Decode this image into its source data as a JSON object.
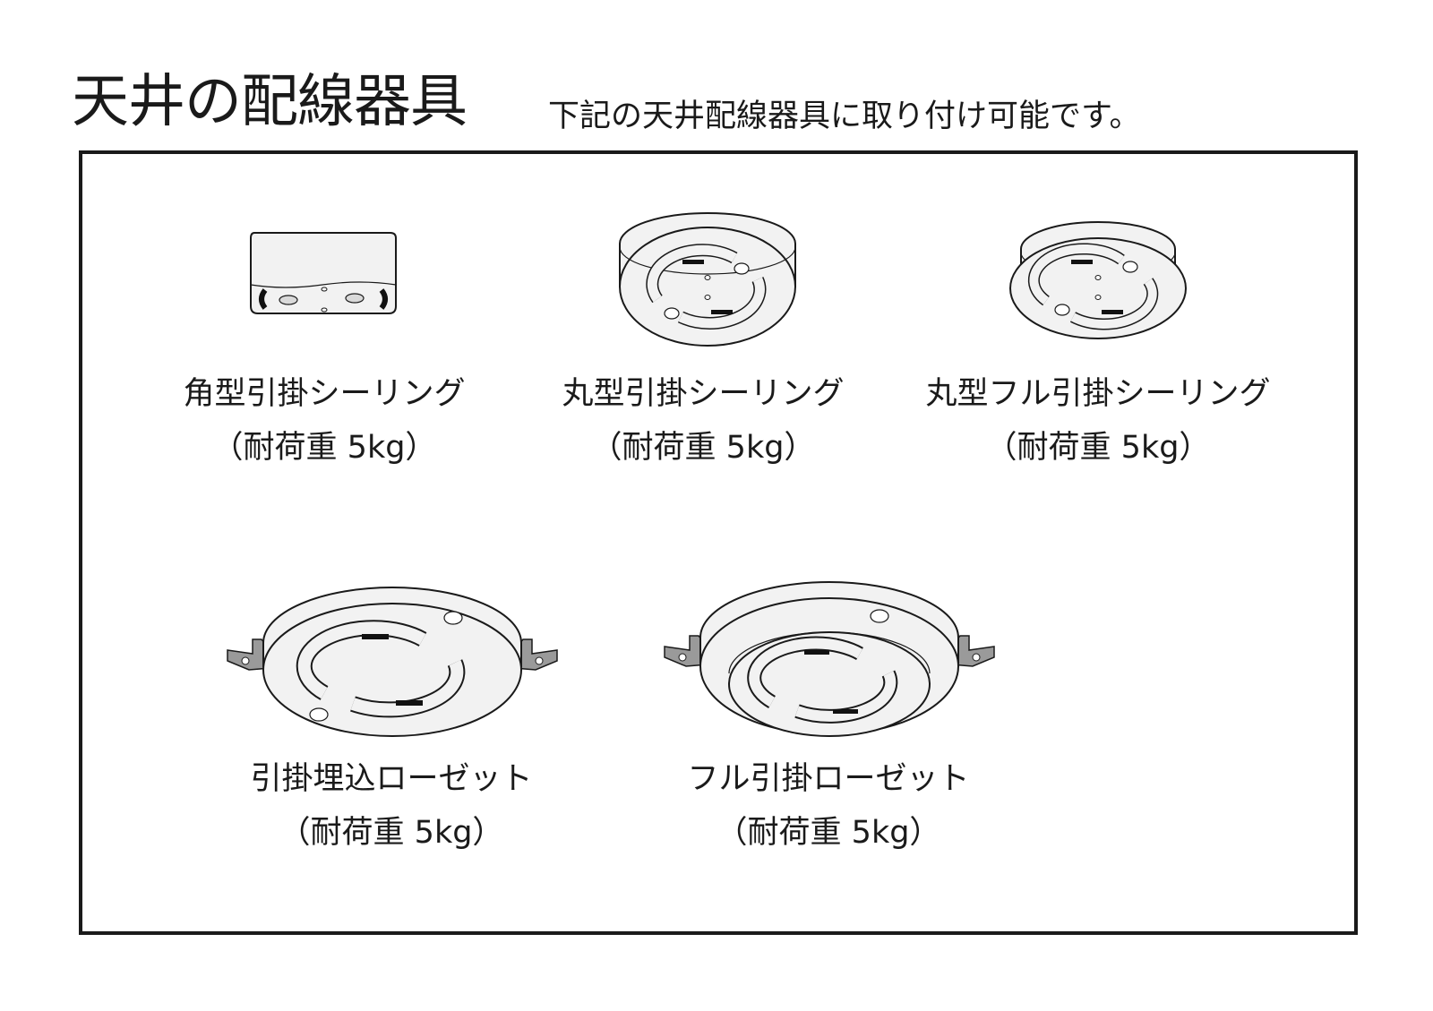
{
  "header": {
    "title": "天井の配線器具",
    "subtitle": "下記の天井配線器具に取り付け可能です。"
  },
  "items": [
    {
      "name": "角型引掛シーリング",
      "load": "（耐荷重 5kg）",
      "icon": "square-ceiling-hook-icon"
    },
    {
      "name": "丸型引掛シーリング",
      "load": "（耐荷重 5kg）",
      "icon": "round-ceiling-hook-icon"
    },
    {
      "name": "丸型フル引掛シーリング",
      "load": "（耐荷重 5kg）",
      "icon": "round-full-ceiling-hook-icon"
    },
    {
      "name": "引掛埋込ローゼット",
      "load": "（耐荷重 5kg）",
      "icon": "embedded-rosette-icon"
    },
    {
      "name": "フル引掛ローゼット",
      "load": "（耐荷重 5kg）",
      "icon": "full-hook-rosette-icon"
    }
  ],
  "colors": {
    "line": "#1a1a1a",
    "fill": "#f2f2f2",
    "bracket": "#9a9a9a",
    "accent_black": "#111111"
  }
}
